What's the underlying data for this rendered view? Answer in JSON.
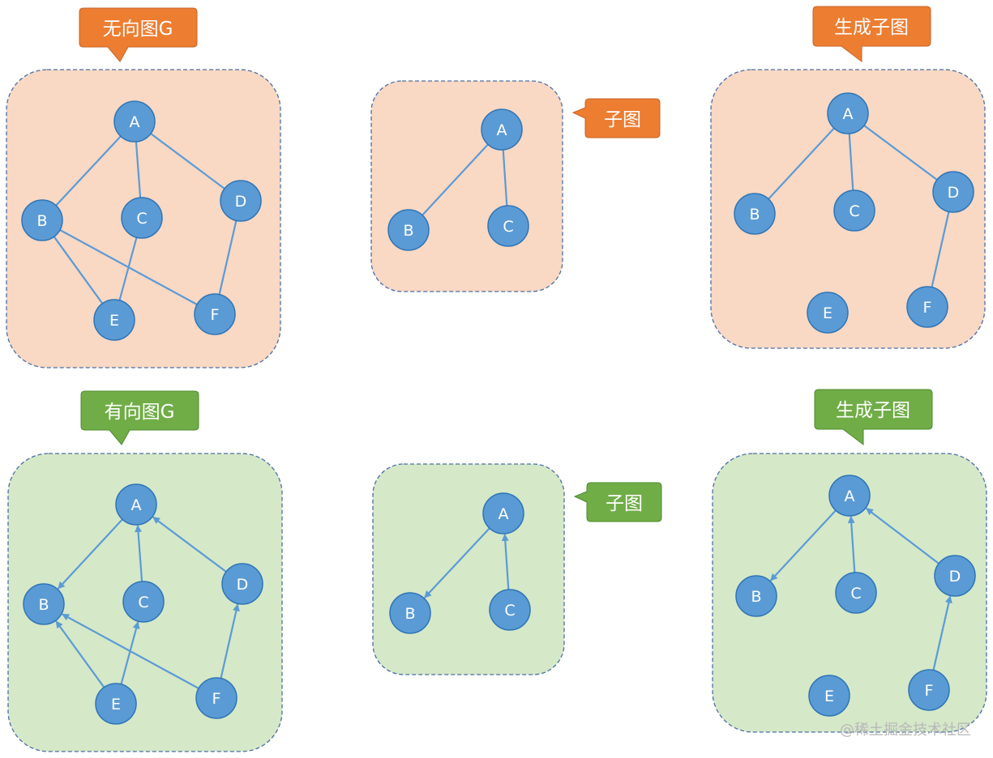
{
  "colors": {
    "undirected_panel_fill": "#f9d8c4",
    "directed_panel_fill": "#d5e8c8",
    "panel_border": "#4a6fa5",
    "node_fill": "#5b9bd5",
    "node_stroke": "#2e75b6",
    "edge": "#5b9bd5",
    "callout_orange": "#ed7d31",
    "callout_green": "#70ad47",
    "node_text": "#ffffff",
    "watermark": "#b8b8b8"
  },
  "callouts": {
    "undirected_graph": "无向图G",
    "undirected_subgraph": "子图",
    "undirected_spanning": "生成子图",
    "directed_graph": "有向图G",
    "directed_subgraph": "子图",
    "directed_spanning": "生成子图"
  },
  "graphs": {
    "undirected": {
      "full": {
        "nodes": [
          "A",
          "B",
          "C",
          "D",
          "E",
          "F"
        ],
        "edges": [
          [
            "A",
            "B"
          ],
          [
            "A",
            "C"
          ],
          [
            "A",
            "D"
          ],
          [
            "B",
            "E"
          ],
          [
            "B",
            "F"
          ],
          [
            "C",
            "E"
          ],
          [
            "D",
            "F"
          ]
        ]
      },
      "subgraph": {
        "nodes": [
          "A",
          "B",
          "C"
        ],
        "edges": [
          [
            "A",
            "B"
          ],
          [
            "A",
            "C"
          ]
        ]
      },
      "spanning": {
        "nodes": [
          "A",
          "B",
          "C",
          "D",
          "E",
          "F"
        ],
        "edges": [
          [
            "A",
            "B"
          ],
          [
            "A",
            "C"
          ],
          [
            "A",
            "D"
          ],
          [
            "D",
            "F"
          ]
        ]
      }
    },
    "directed": {
      "full": {
        "nodes": [
          "A",
          "B",
          "C",
          "D",
          "E",
          "F"
        ],
        "edges": [
          [
            "A",
            "B"
          ],
          [
            "C",
            "A"
          ],
          [
            "D",
            "A"
          ],
          [
            "E",
            "B"
          ],
          [
            "E",
            "C"
          ],
          [
            "F",
            "B"
          ],
          [
            "F",
            "D"
          ]
        ]
      },
      "subgraph": {
        "nodes": [
          "A",
          "B",
          "C"
        ],
        "edges": [
          [
            "A",
            "B"
          ],
          [
            "C",
            "A"
          ]
        ]
      },
      "spanning": {
        "nodes": [
          "A",
          "B",
          "C",
          "D",
          "E",
          "F"
        ],
        "edges": [
          [
            "A",
            "B"
          ],
          [
            "C",
            "A"
          ],
          [
            "D",
            "A"
          ],
          [
            "F",
            "D"
          ]
        ]
      }
    }
  },
  "watermark": "@稀土掘金技术社区"
}
